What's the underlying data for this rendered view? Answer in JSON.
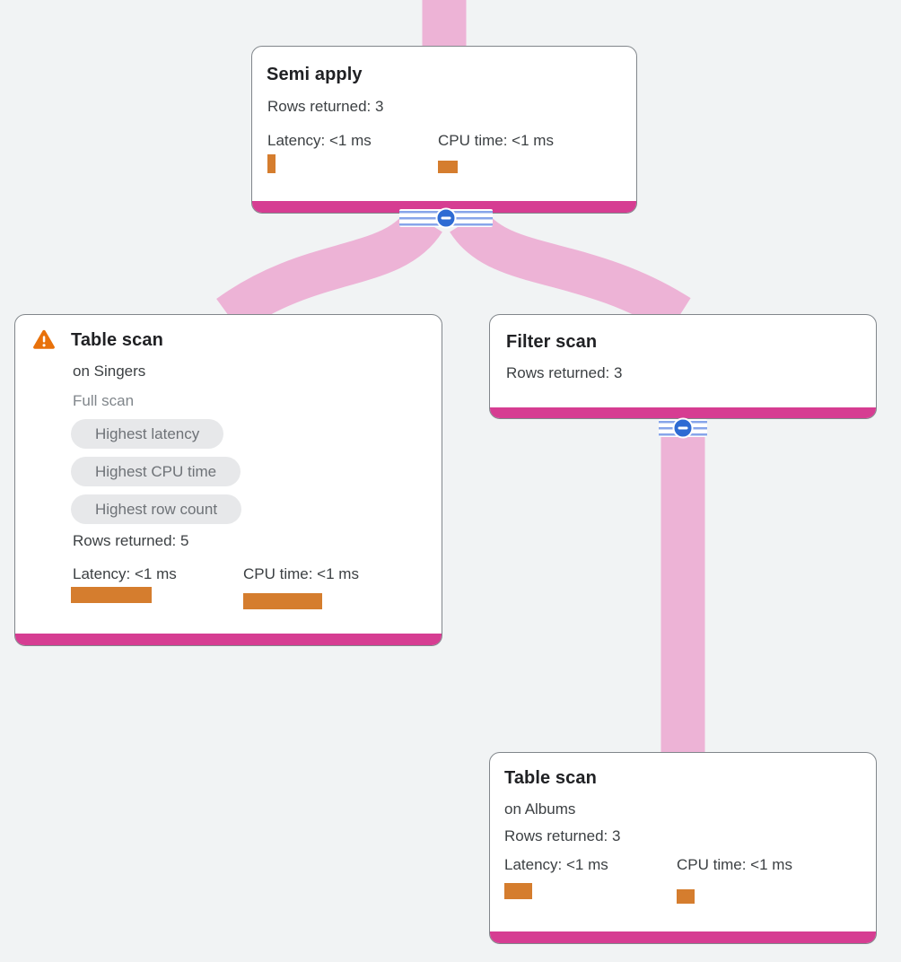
{
  "colors": {
    "background": "#f1f3f4",
    "card_background": "#ffffff",
    "card_border": "#81868b",
    "latency_strip": "#d63d92",
    "edge_pink": "#edb3d6",
    "metric_bar_orange": "#d57d2e",
    "warning_orange": "#e8710a",
    "collapse_blue": "#2e6bd3",
    "ribbon_stripe_blue": "#87a5ea",
    "badge_background": "#e7e8ea",
    "badge_text": "#6e7277",
    "title_text": "#202124",
    "body_text": "#3c4043",
    "muted_text": "#80868b"
  },
  "icons": {
    "warning": "warning-triangle",
    "collapse": "minus-in-circle"
  },
  "nodes": {
    "semi_apply": {
      "title": "Semi apply",
      "rows_returned": "Rows returned: 3",
      "latency": {
        "label": "Latency: <1 ms",
        "bar": {
          "w": 9,
          "h": 21
        }
      },
      "cpu": {
        "label": "CPU time: <1 ms",
        "bar": {
          "w": 22,
          "h": 14
        }
      }
    },
    "table_scan_singers": {
      "title": "Table scan",
      "subtitle": "on Singers",
      "scan_type": "Full scan",
      "badges": [
        "Highest latency",
        "Highest CPU time",
        "Highest row count"
      ],
      "rows_returned": "Rows returned: 5",
      "latency": {
        "label": "Latency: <1 ms",
        "bar": {
          "w": 90,
          "h": 18
        }
      },
      "cpu": {
        "label": "CPU time: <1 ms",
        "bar": {
          "w": 88,
          "h": 18
        }
      }
    },
    "filter_scan": {
      "title": "Filter scan",
      "rows_returned": "Rows returned: 3"
    },
    "table_scan_albums": {
      "title": "Table scan",
      "subtitle": "on Albums",
      "rows_returned": "Rows returned: 3",
      "latency": {
        "label": "Latency: <1 ms",
        "bar": {
          "w": 31,
          "h": 18
        }
      },
      "cpu": {
        "label": "CPU time: <1 ms",
        "bar": {
          "w": 20,
          "h": 16
        }
      }
    }
  }
}
